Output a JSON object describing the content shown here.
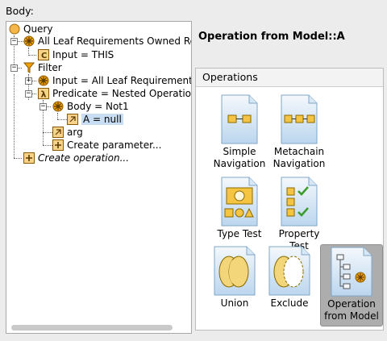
{
  "body_label": "Body:",
  "header_title": "Operation from Model::A",
  "ops_header": "Operations",
  "tree": {
    "query": "Query",
    "all_leaf": "All Leaf Requirements Owned Re",
    "input_this": "Input = THIS",
    "filter": "Filter",
    "input_all_leaf": "Input = All Leaf Requirement",
    "predicate": "Predicate = Nested Operatio",
    "body_not1": "Body = Not1",
    "a_null": "A = null",
    "arg": "arg",
    "create_parameter": "Create parameter...",
    "create_operation": "Create operation..."
  },
  "tiles": [
    {
      "label1": "Simple",
      "label2": "Navigation"
    },
    {
      "label1": "Metachain",
      "label2": "Navigation"
    },
    {
      "label1": "Type Test",
      "label2": ""
    },
    {
      "label1": "Property Test",
      "label2": ""
    },
    {
      "label1": "Union",
      "label2": ""
    },
    {
      "label1": "Exclude",
      "label2": ""
    },
    {
      "label1": "Operation",
      "label2": "from Model"
    }
  ],
  "colors": {
    "accent_orange": "#f2a100",
    "selection": "#c9ddf2",
    "active_tile": "#adadad"
  }
}
